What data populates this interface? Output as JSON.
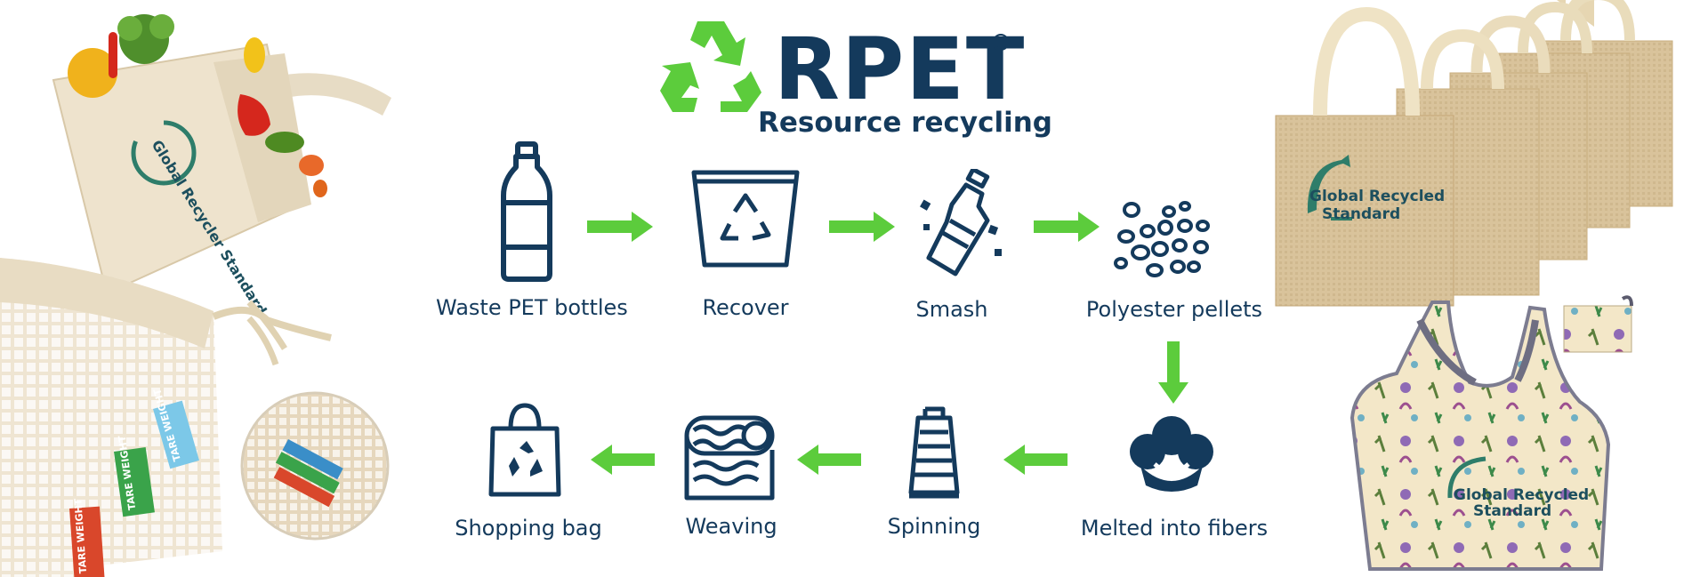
{
  "header": {
    "brand": "RPET",
    "registered_mark": "®",
    "subtitle": "Resource recycling",
    "logo_icon": "recycle-icon",
    "accent_color": "#5ccc3c",
    "brand_color": "#143a5c"
  },
  "process": {
    "steps": [
      {
        "label": "Waste PET bottles",
        "icon": "bottle-icon"
      },
      {
        "label": "Recover",
        "icon": "recycle-bin-icon"
      },
      {
        "label": "Smash",
        "icon": "crushed-bottle-icon"
      },
      {
        "label": "Polyester pellets",
        "icon": "pellets-icon"
      },
      {
        "label": "Melted into fibers",
        "icon": "cotton-fiber-icon"
      },
      {
        "label": "Spinning",
        "icon": "yarn-spool-icon"
      },
      {
        "label": "Weaving",
        "icon": "fabric-roll-icon"
      },
      {
        "label": "Shopping bag",
        "icon": "shopping-bag-icon"
      }
    ],
    "arrow_color": "#5ccc3c"
  },
  "photos": {
    "left": {
      "tote_logo": "Global Recycler Standard",
      "tags": [
        "TARE WEIGHT",
        "TARE WEIGHT",
        "TARE WEIGHT"
      ],
      "tag_colors": [
        "#7cc8e8",
        "#3aa34a",
        "#d9472b"
      ]
    },
    "right": {
      "jute_logo_line1": "Global Recycled",
      "jute_logo_line2": "Standard",
      "foldable_logo_line1": "Global Recycled",
      "foldable_logo_line2": "Standard"
    }
  }
}
